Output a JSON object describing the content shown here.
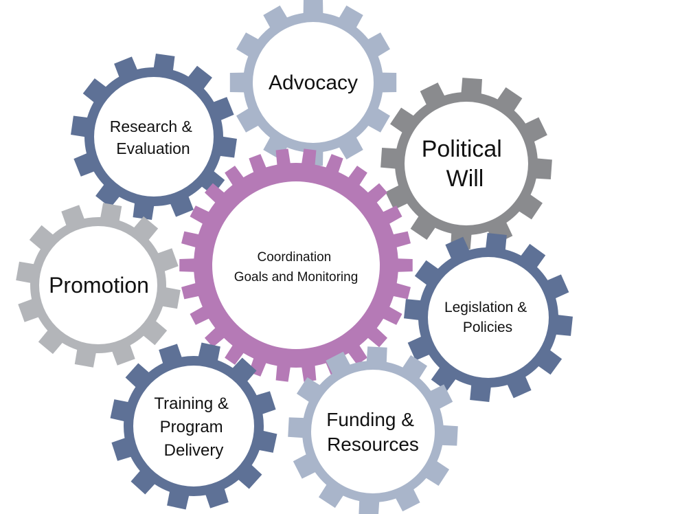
{
  "diagram": {
    "center_gear": {
      "lines": [
        "Coordination",
        "Goals and Monitoring"
      ],
      "color": "#b57ab6"
    },
    "gears": [
      {
        "id": "advocacy",
        "lines": [
          "Advocacy"
        ],
        "color": "#a9b5ca"
      },
      {
        "id": "research-evaluation",
        "lines": [
          "Research &",
          "Evaluation"
        ],
        "color": "#5e7196"
      },
      {
        "id": "political-will",
        "lines": [
          "Political",
          "Will"
        ],
        "color": "#8a8b8e"
      },
      {
        "id": "promotion",
        "lines": [
          "Promotion"
        ],
        "color": "#b3b5b9"
      },
      {
        "id": "legislation-policies",
        "lines": [
          "Legislation &",
          "Policies"
        ],
        "color": "#5e7196"
      },
      {
        "id": "training-program-delivery",
        "lines": [
          "Training &",
          "Program",
          "Delivery"
        ],
        "color": "#5e7196"
      },
      {
        "id": "funding-resources",
        "lines": [
          "Funding &",
          "Resources"
        ],
        "color": "#a9b5ca"
      }
    ]
  }
}
